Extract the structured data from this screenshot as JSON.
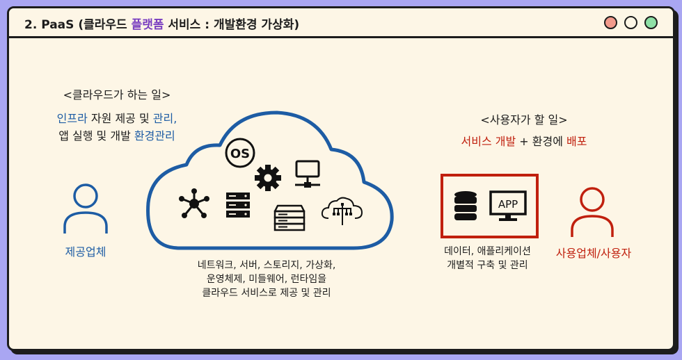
{
  "window": {
    "title_prefix": "2. PaaS (클라우드 ",
    "title_highlight": "플랫폼",
    "title_suffix": " 서비스 : 개발환경 가상화)"
  },
  "provider": {
    "header": "<클라우드가 하는 일>",
    "line1_a": "인프라",
    "line1_b": " 자원 제공 및 ",
    "line1_c": "관리,",
    "line2_a": "앱 실행 및 개발 ",
    "line2_b": "환경관리",
    "label": "제공업체"
  },
  "cloud": {
    "os_label": "OS",
    "caption_line1": "네트워크, 서버, 스토리지, 가상화,",
    "caption_line2": "운영체제, 미들웨어, 런타임을",
    "caption_line3": "클라우드 서비스로 제공 및 관리"
  },
  "user": {
    "header": "<사용자가 할 일>",
    "line_a": "서비스 개발",
    "line_b": " + 환경에 ",
    "line_c": "배포",
    "app_label": "APP",
    "caption_line1": "데이터, 애플리케이션",
    "caption_line2": "개별적 구축 및 관리",
    "label": "사용업체/사용자"
  },
  "colors": {
    "background": "#a9a6f2",
    "window": "#fdf6e6",
    "blue": "#1d5ca4",
    "red": "#c0200e",
    "purple": "#7a3fc0"
  }
}
